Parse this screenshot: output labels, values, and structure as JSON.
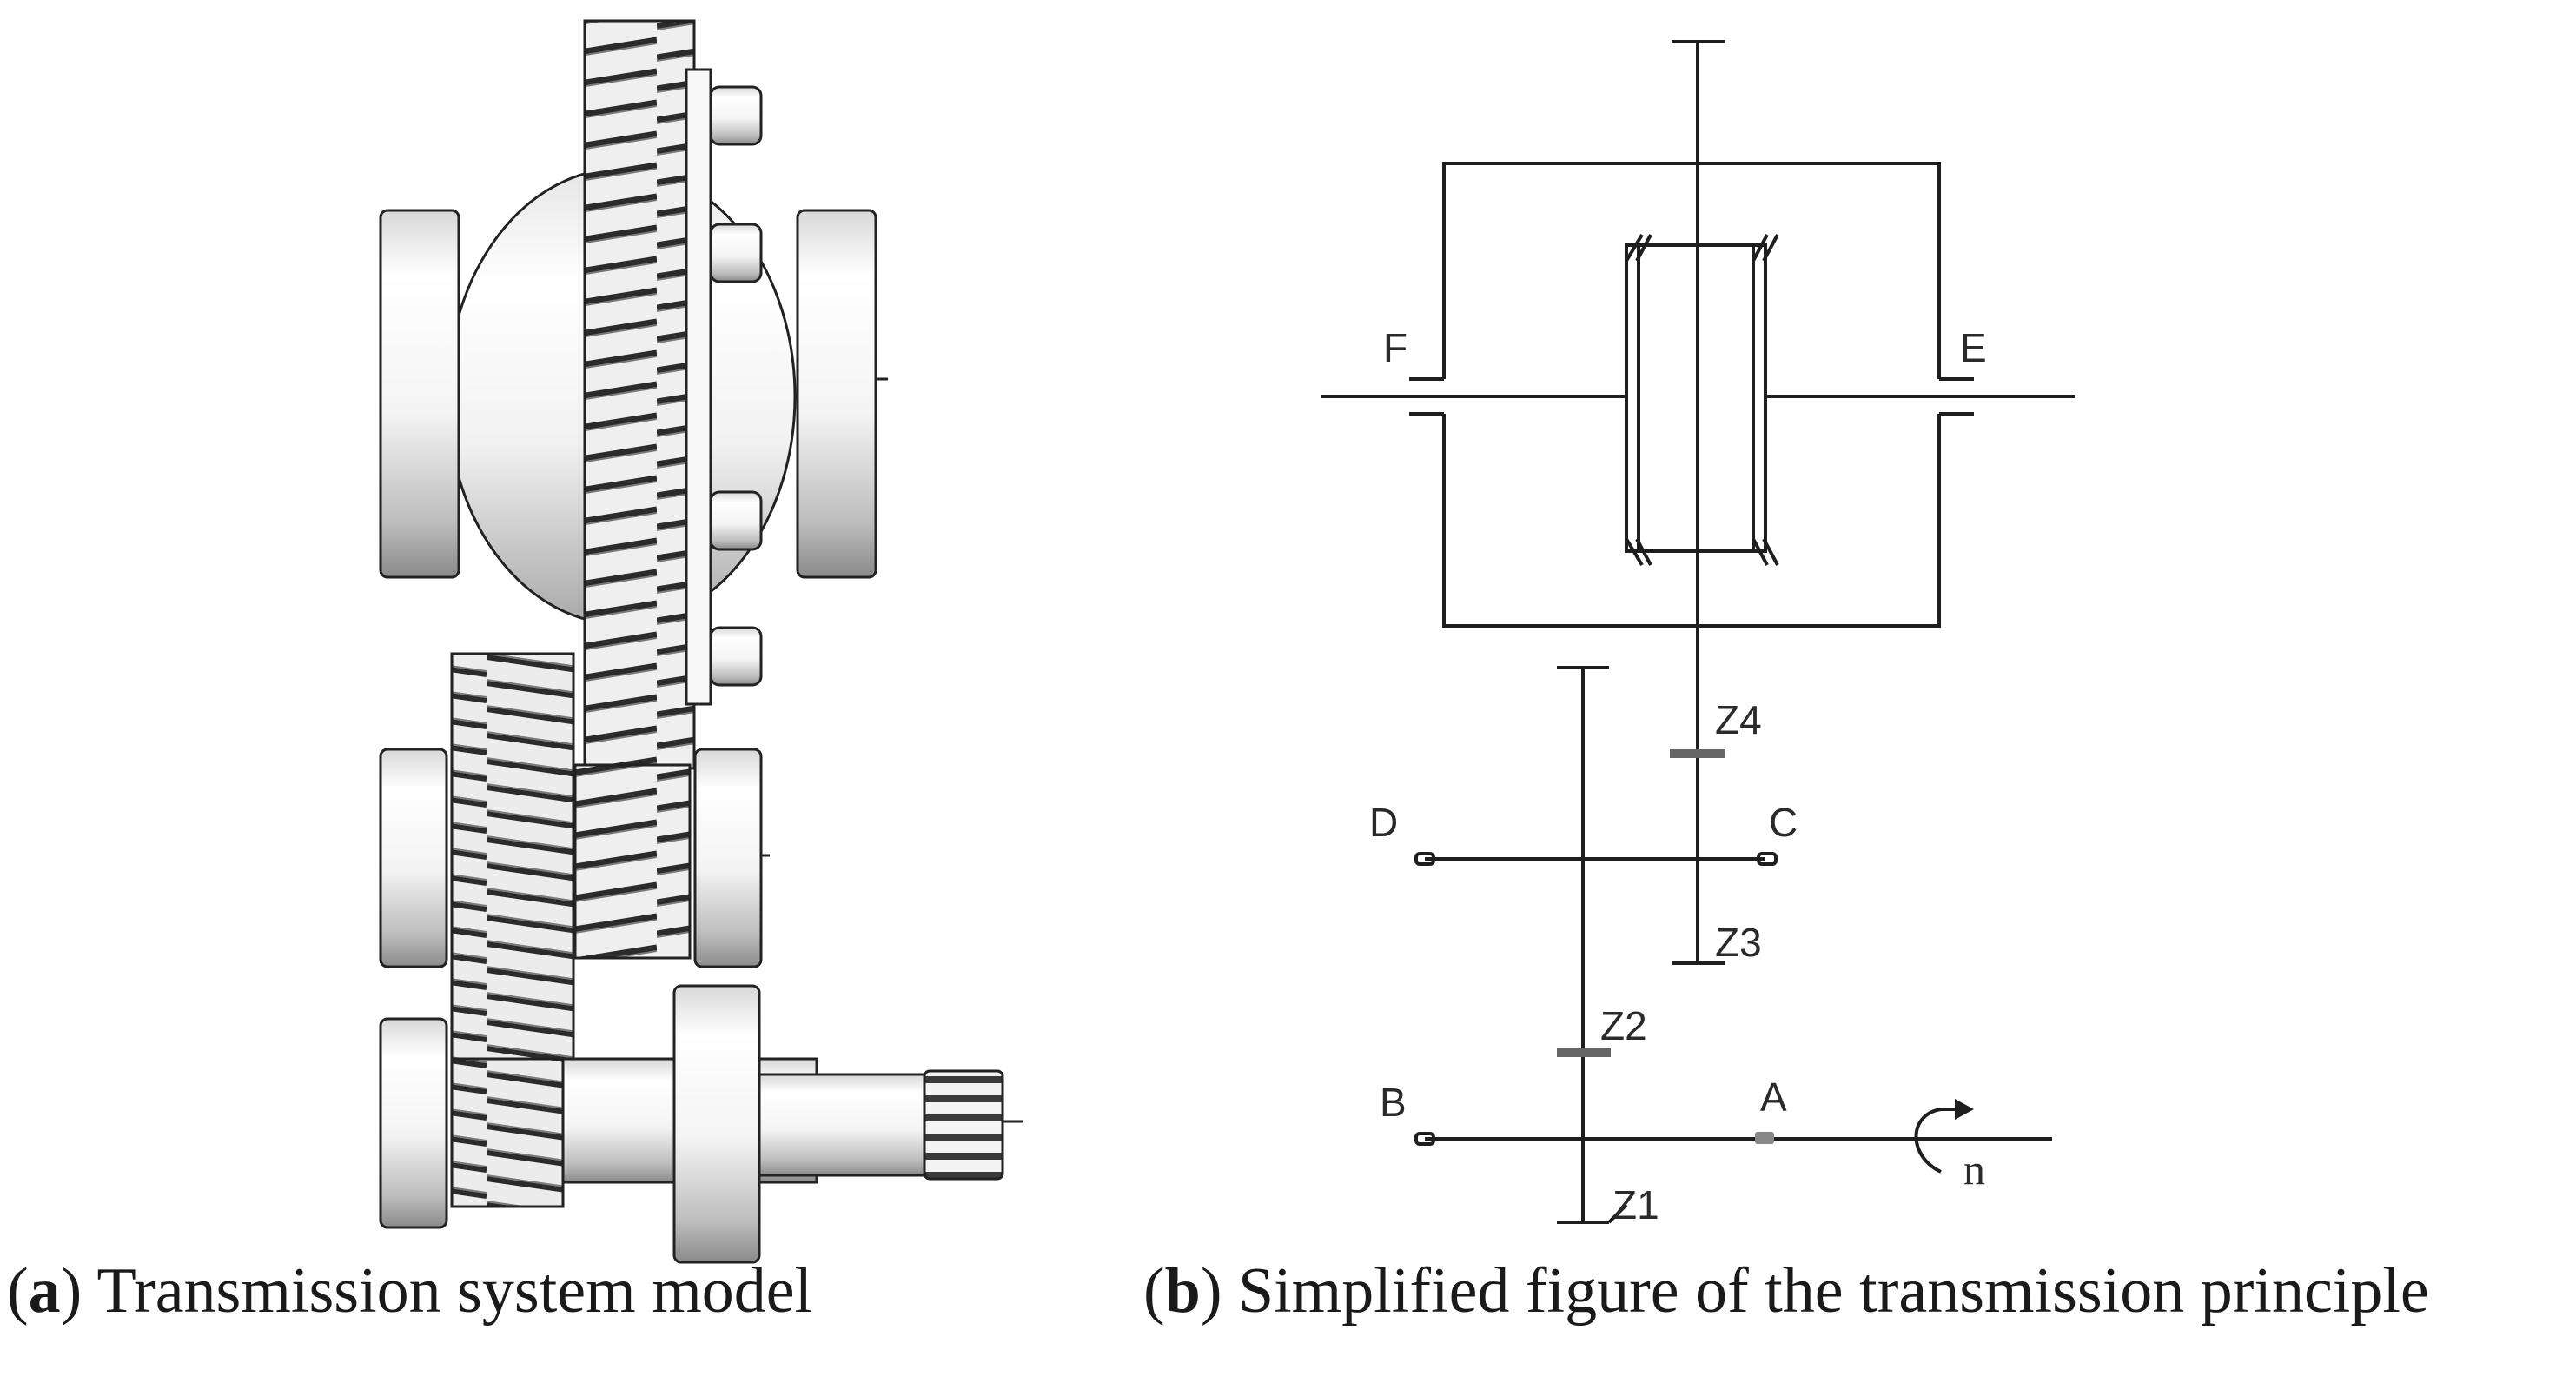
{
  "panel_a": {
    "letter": "a",
    "caption": "Transmission system model"
  },
  "panel_b": {
    "letter": "b",
    "caption": "Simplified figure of the transmission principle",
    "labels": {
      "F": "F",
      "E": "E",
      "D": "D",
      "C": "C",
      "B": "B",
      "A": "A",
      "Z1": "Z1",
      "Z2": "Z2",
      "Z3": "Z3",
      "Z4": "Z4",
      "n": "n"
    }
  }
}
